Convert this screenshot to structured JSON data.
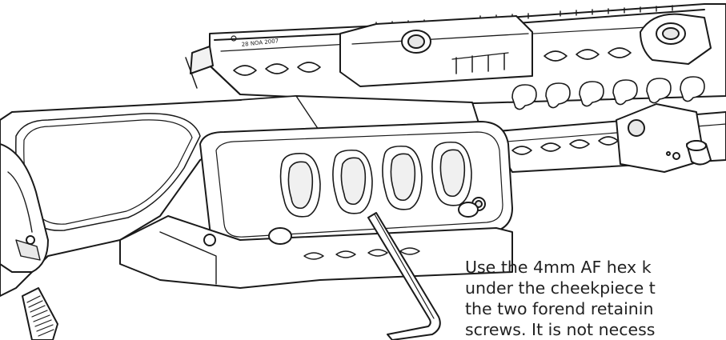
{
  "illustration": {
    "subject": "exploded line drawing of rifle forend and cheekpiece with hex key",
    "engraving": "28 NOA 2007",
    "colors": {
      "line": "#1a1a1a",
      "fill": "#ffffff",
      "shade": "#e8e8e8"
    }
  },
  "caption": {
    "lines": [
      "Use the 4mm AF hex k",
      "under the cheekpiece t",
      "the two forend retainin",
      "screws. It is not necess"
    ]
  }
}
